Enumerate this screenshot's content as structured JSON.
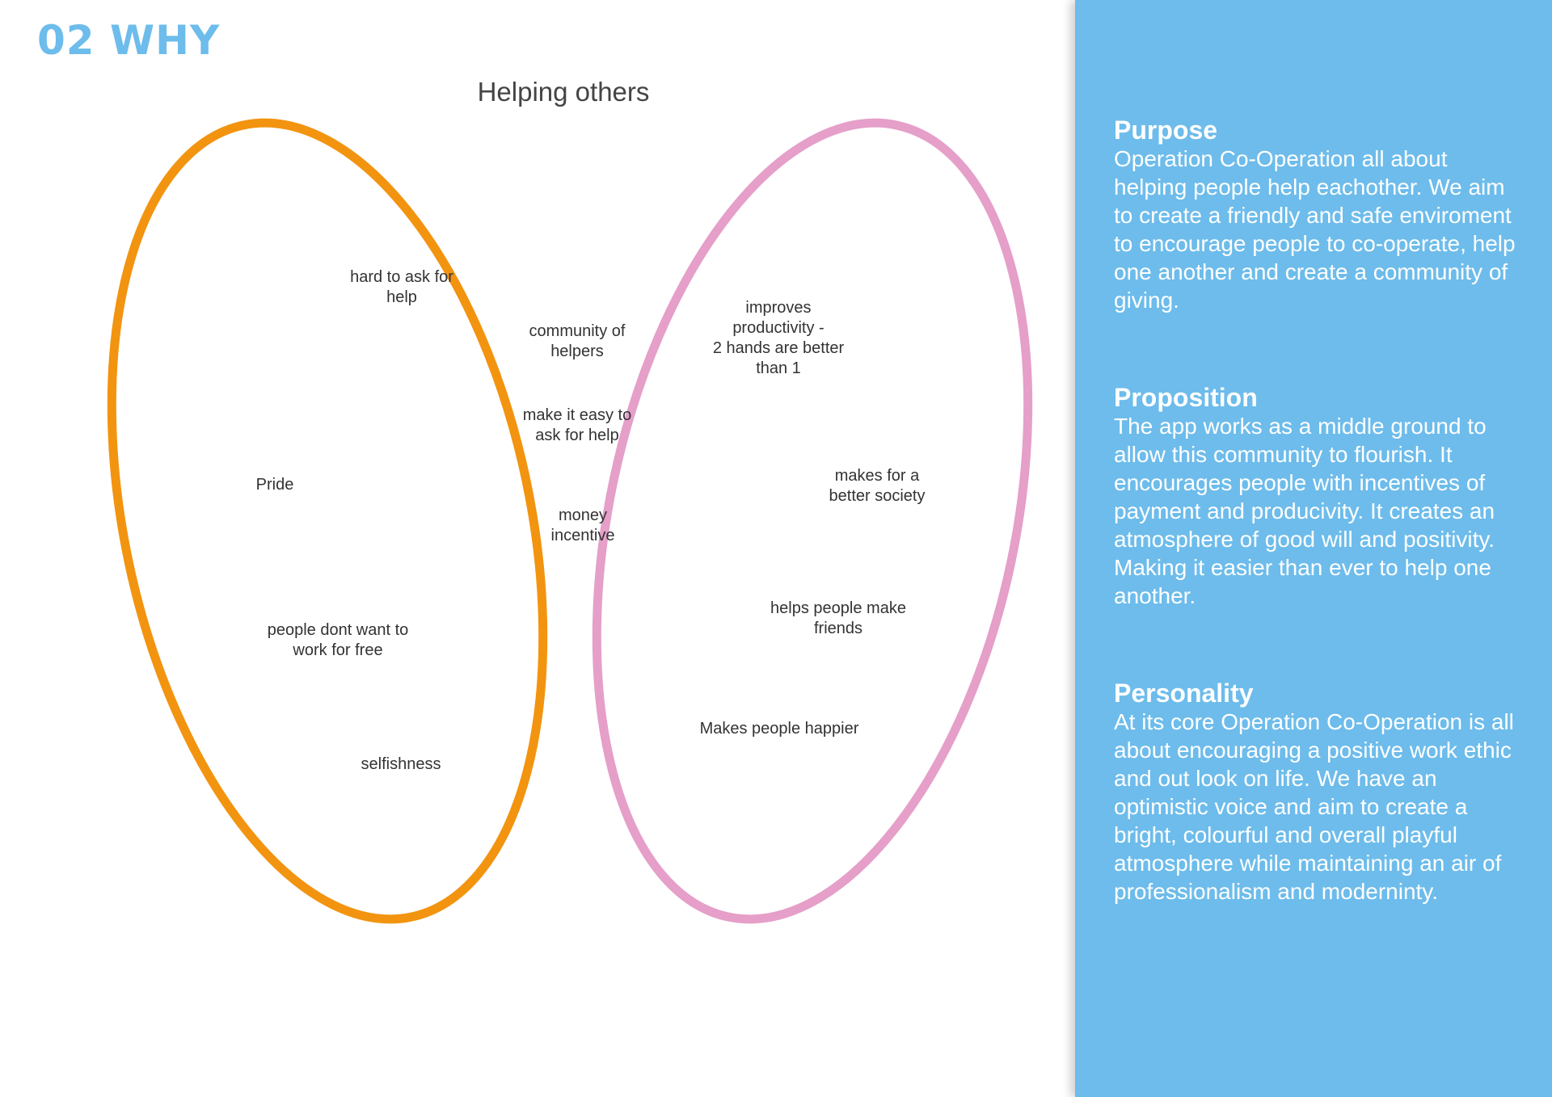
{
  "colors": {
    "accent": "#6dbceb",
    "left_circle": "#f29410",
    "right_circle": "#e59fc9",
    "left_inner_arc": "#6dbceb",
    "right_inner_arc": "#2aa760",
    "panel_bg": "#6dbceb",
    "panel_text": "#ffffff"
  },
  "header": {
    "section_title": "02 WHY"
  },
  "diagram": {
    "title": "Helping others",
    "left_items": [
      "hard to ask for\nhelp",
      "Pride",
      "people dont want to\nwork for free",
      "selfishness"
    ],
    "overlap_items": [
      "community of\nhelpers",
      "make it easy to\nask for help",
      "money\nincentive"
    ],
    "right_items": [
      "improves\nproductivity -\n2 hands are better\nthan 1",
      "makes for a\nbetter society",
      "helps people make\nfriends",
      "Makes people happier"
    ]
  },
  "panel": {
    "sections": [
      {
        "heading": "Purpose",
        "body": "Operation Co-Operation all about helping people help eachother. We aim to create a friendly and safe enviroment to encourage people to co-operate, help one another and create a community of giving."
      },
      {
        "heading": "Proposition",
        "body": "The app works as a middle ground to allow this community to flourish. It encourages people with incentives of payment and producivity. It creates an atmosphere of good will and positivity. Making it easier than ever to help one another."
      },
      {
        "heading": "Personality",
        "body": "At its core Operation Co-Operation is all about encouraging a positive work ethic and out look on life. We have an optimistic voice and aim to create a bright, colourful and  overall playful atmosphere while maintaining an air of professionalism and moderninty."
      }
    ]
  }
}
